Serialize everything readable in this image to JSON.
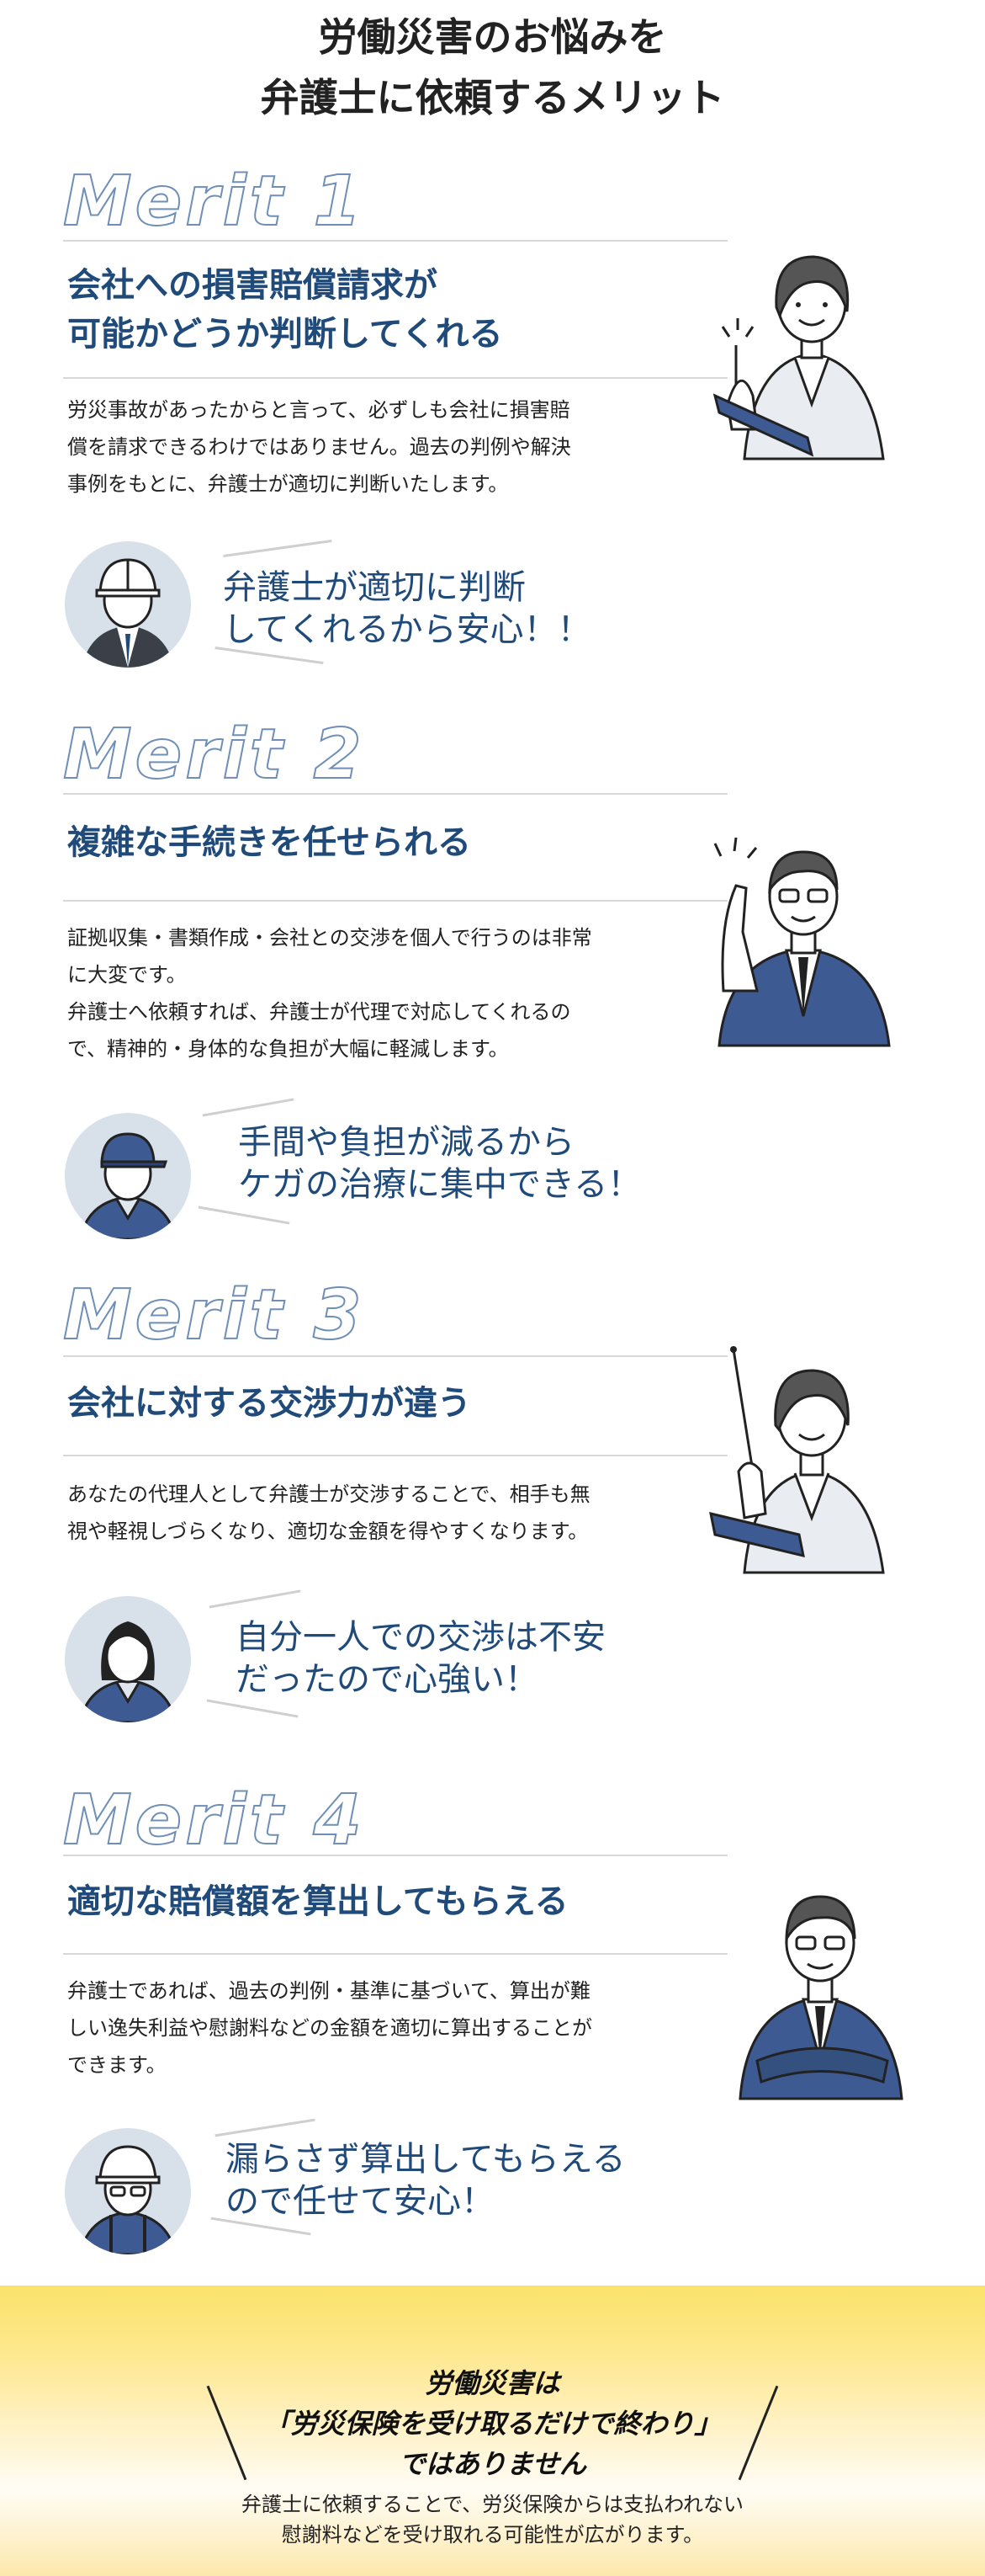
{
  "page": {
    "title_line1": "労働災害のお悩みを",
    "title_line2": "弁護士に依頼するメリット"
  },
  "merits": [
    {
      "label": "Merit 1",
      "heading_line1": "会社への損害賠償請求が",
      "heading_line2": "可能かどうか判断してくれる",
      "body_lines": [
        "労災事故があったからと言って、必ずしも会社に損害賠",
        "償を請求できるわけではありません。過去の判例や解決",
        "事例をもとに、弁護士が適切に判断いたします。"
      ],
      "quote_line1": "弁護士が適切に判断",
      "quote_line2": "してくれるから安心！！",
      "avatar_icon": "helmet-worker-avatar",
      "person_icon": "woman-with-book-illustration"
    },
    {
      "label": "Merit 2",
      "heading_line1": "複雑な手続きを任せられる",
      "body_lines": [
        "証拠収集・書類作成・会社との交渉を個人で行うのは非常",
        "に大変です。",
        "弁護士へ依頼すれば、弁護士が代理で対応してくれるの",
        "で、精神的・身体的な負担が大幅に軽減します。"
      ],
      "quote_line1": "手間や負担が減るから",
      "quote_line2": "ケガの治療に集中できる！",
      "avatar_icon": "cap-worker-avatar",
      "person_icon": "man-pointing-illustration"
    },
    {
      "label": "Merit 3",
      "heading_line1": "会社に対する交渉力が違う",
      "body_lines": [
        "あなたの代理人として弁護士が交渉することで、相手も無",
        "視や軽視しづらくなり、適切な金額を得やすくなります。"
      ],
      "quote_line1": "自分一人での交渉は不安",
      "quote_line2": "だったので心強い！",
      "avatar_icon": "female-worker-avatar",
      "person_icon": "woman-with-pointer-illustration"
    },
    {
      "label": "Merit 4",
      "heading_line1": "適切な賠償額を算出してもらえる",
      "body_lines": [
        "弁護士であれば、過去の判例・基準に基づいて、算出が難",
        "しい逸失利益や慰謝料などの金額を適切に算出することが",
        "できます。"
      ],
      "quote_line1": "漏らさず算出してもらえる",
      "quote_line2": "ので任せて安心！",
      "avatar_icon": "helmet-glasses-worker-avatar",
      "person_icon": "man-arms-crossed-illustration"
    }
  ],
  "banner": {
    "line1": "労働災害は",
    "line2": "「労災保険を受け取るだけで終わり」",
    "line3": "ではありません",
    "sub_line1": "弁護士に依頼することで、労災保険からは支払われない",
    "sub_line2": "慰謝料などを受け取れる可能性が広がります。"
  },
  "colors": {
    "accent": "#1f4a7a",
    "merit_outline": "#6f8fb8",
    "banner_yellow": "#f9c52e",
    "suit_blue": "#3e5a93"
  }
}
